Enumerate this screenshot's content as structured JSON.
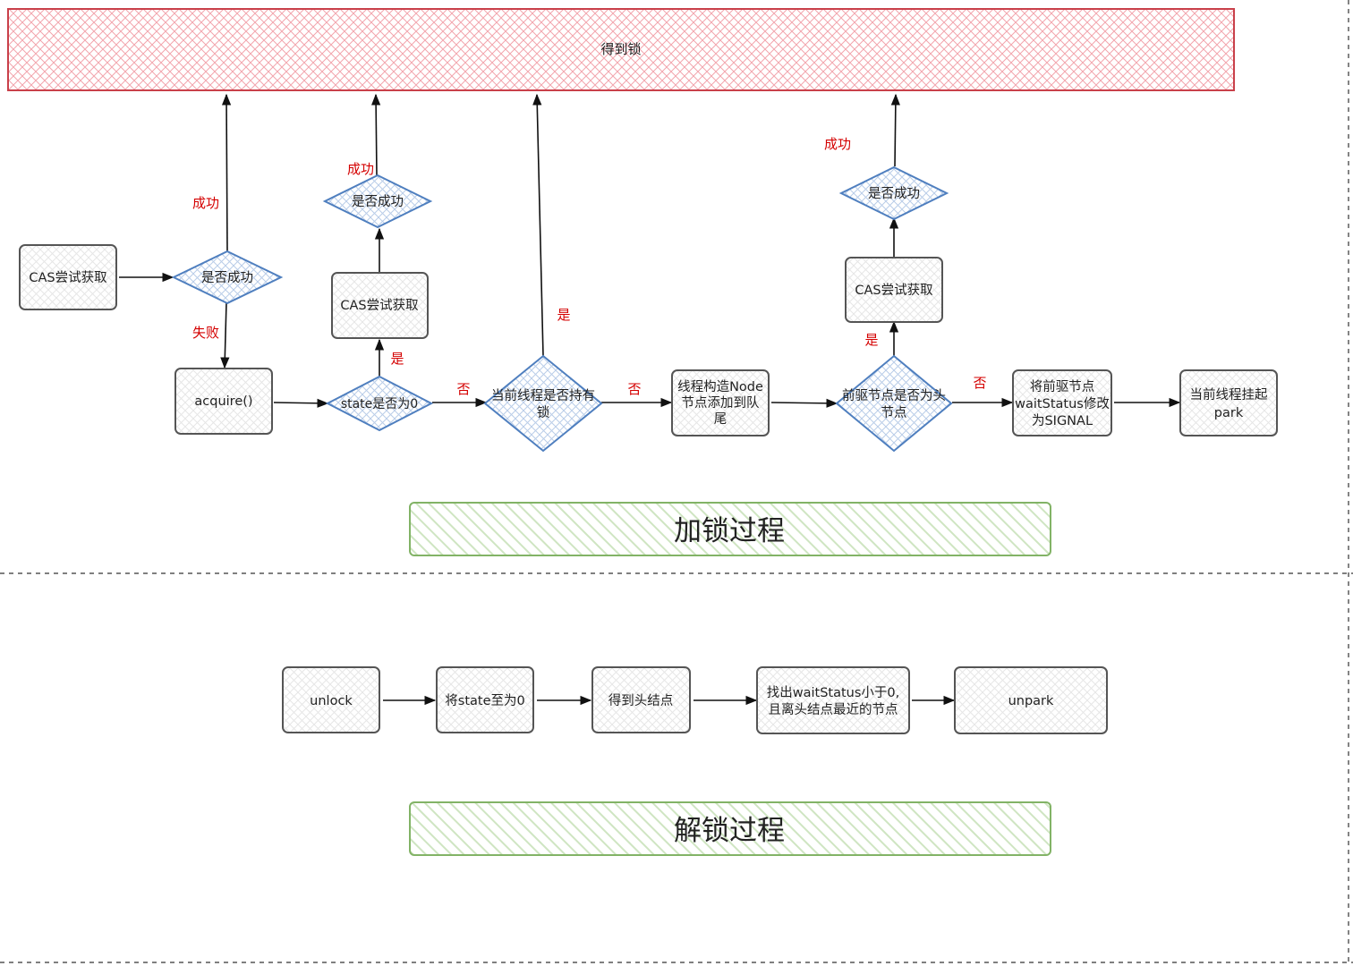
{
  "lock_goal": "得到锁",
  "lock_flow": {
    "cas1": "CAS尝试获取",
    "check1": "是否成功",
    "acquire": "acquire()",
    "state_check": "state是否为0",
    "cas2": "CAS尝试获取",
    "check2": "是否成功",
    "holds_lock": [
      "当前线程是否持有",
      "锁"
    ],
    "build_node": [
      "线程构造Node",
      "节点添加到队",
      "尾"
    ],
    "prev_head": [
      "前驱节点是否为头",
      "节点"
    ],
    "cas3": "CAS尝试获取",
    "check3": "是否成功",
    "set_signal": [
      "将前驱节点",
      "waitStatus修改",
      "为SIGNAL"
    ],
    "park": [
      "当前线程挂起",
      "park"
    ]
  },
  "edge_labels": {
    "success1": "成功",
    "fail1": "失败",
    "yes_state": "是",
    "success2": "成功",
    "no_state": "否",
    "yes_holds": "是",
    "no_holds": "否",
    "success3": "成功",
    "yes_prev": "是",
    "no_prev": "否"
  },
  "lock_banner": "加锁过程",
  "unlock_flow": {
    "unlock": "unlock",
    "set_state": "将state至为0",
    "get_head": "得到头结点",
    "find_node": [
      "找出waitStatus小于0,",
      "且离头结点最近的节点"
    ],
    "unpark": "unpark"
  },
  "unlock_banner": "解锁过程",
  "colors": {
    "goal_border": "#c9404a",
    "goal_hatch": "#f2a5ad",
    "diamond_border": "#4f7fbf",
    "diamond_hatch": "#b9cde8",
    "box_border": "#555555",
    "box_hatch": "#e6e6e6",
    "banner_border": "#82b366",
    "banner_hatch": "#cfe5c2",
    "edge_label": "#d40000"
  }
}
